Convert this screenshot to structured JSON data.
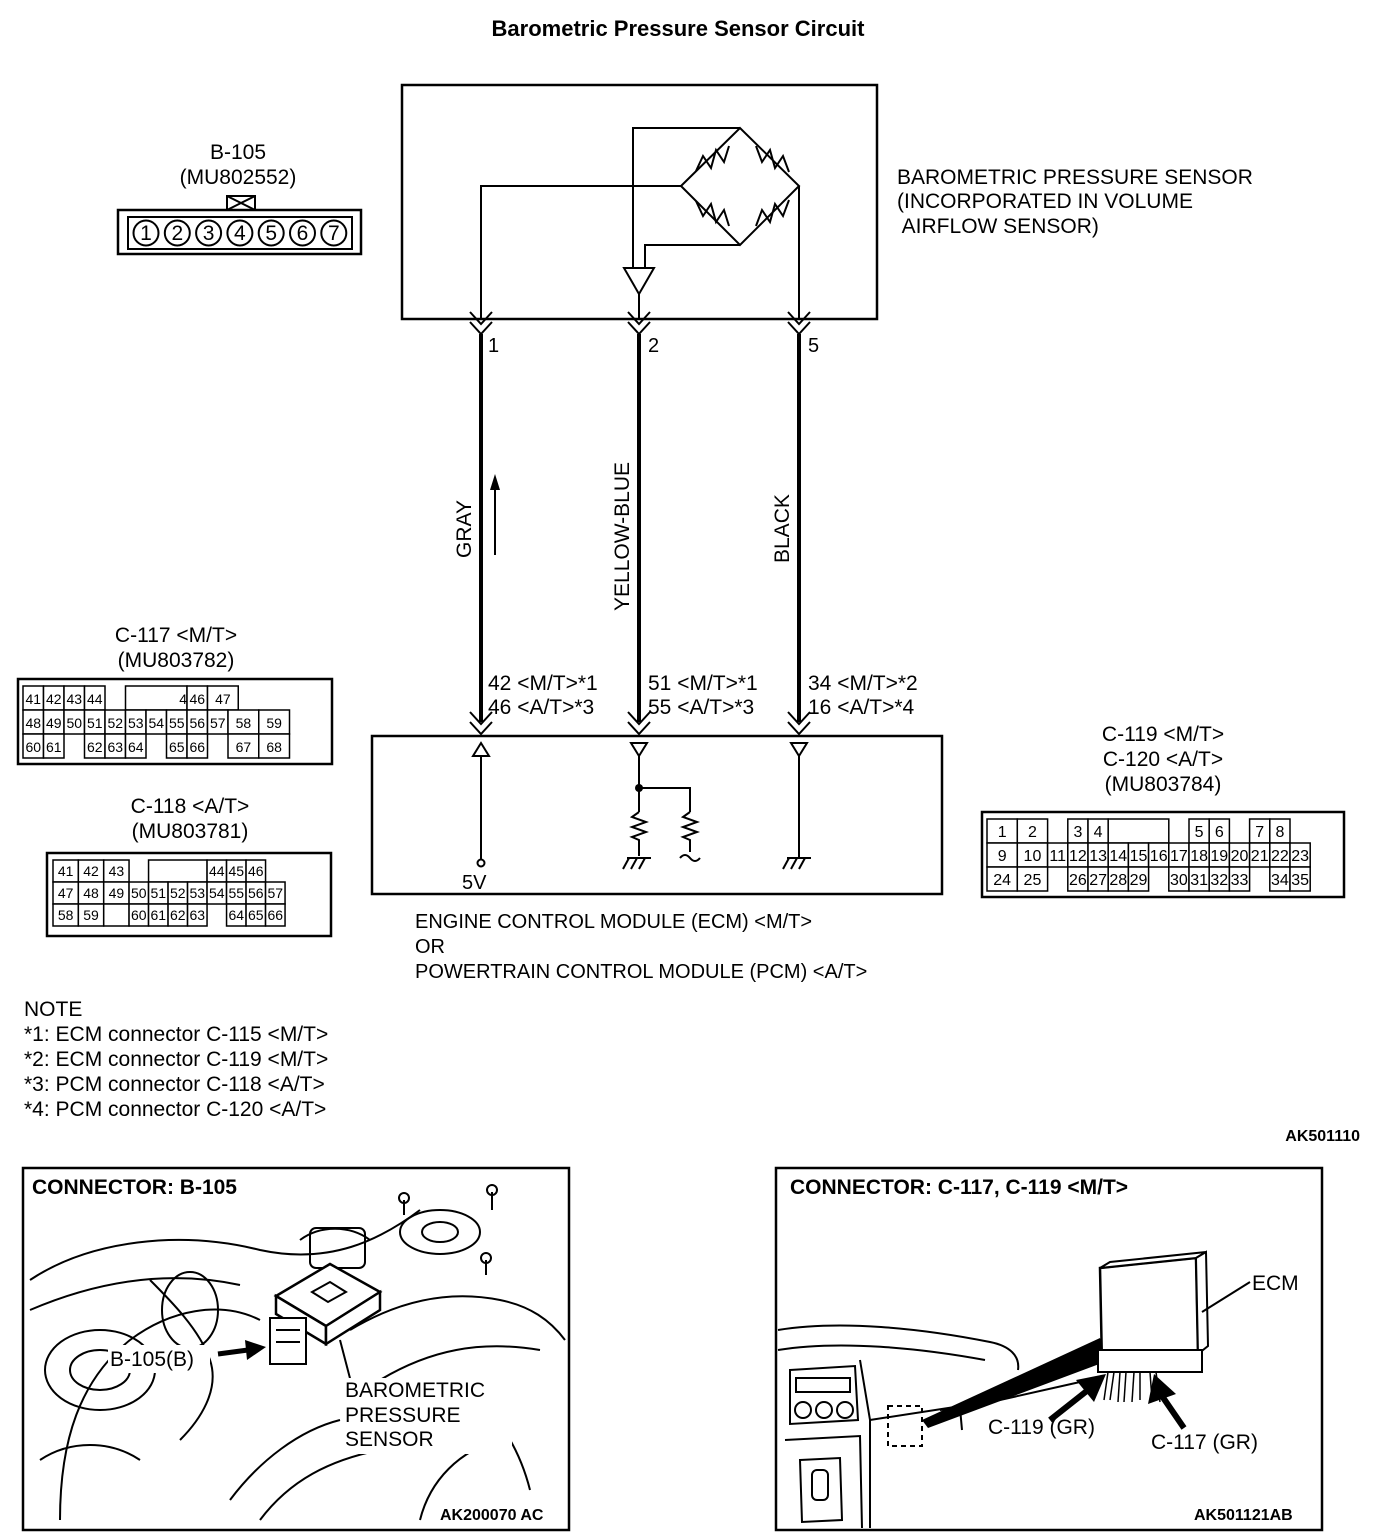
{
  "title": "Barometric Pressure Sensor Circuit",
  "figure_code_top": "AK501110",
  "sensor": {
    "label_lines": [
      "BAROMETRIC PRESSURE SENSOR",
      "(INCORPORATED IN VOLUME",
      " AIRFLOW SENSOR)"
    ],
    "pins": [
      "1",
      "2",
      "5"
    ]
  },
  "connector_b105": {
    "name": "B-105",
    "part": "(MU802552)",
    "pins": [
      "1",
      "2",
      "3",
      "4",
      "5",
      "6",
      "7"
    ]
  },
  "wires": [
    {
      "color": "GRAY",
      "ecu_pins": [
        "42 <M/T>*1",
        "46 <A/T>*3"
      ]
    },
    {
      "color": "YELLOW-BLUE",
      "ecu_pins": [
        "51 <M/T>*1",
        "55 <A/T>*3"
      ]
    },
    {
      "color": "BLACK",
      "ecu_pins": [
        "34 <M/T>*2",
        "16 <A/T>*4"
      ]
    }
  ],
  "ecm": {
    "voltage": "5V",
    "label_lines": [
      "ENGINE CONTROL MODULE (ECM) <M/T>",
      "OR",
      "POWERTRAIN CONTROL MODULE (PCM) <A/T>"
    ]
  },
  "connector_c117": {
    "name": "C-117 <M/T>",
    "part": "(MU803782)",
    "rows": [
      [
        "41",
        "42",
        "43",
        "44",
        "",
        "",
        "",
        "45",
        "46",
        "47"
      ],
      [
        "48",
        "49",
        "50",
        "51",
        "52",
        "53",
        "54",
        "55",
        "56",
        "57",
        "58",
        "59"
      ],
      [
        "60",
        "61",
        "",
        "62",
        "63",
        "64",
        "",
        "65",
        "66",
        "",
        "67",
        "68"
      ]
    ]
  },
  "connector_c118": {
    "name": "C-118 <A/T>",
    "part": "(MU803781)",
    "rows": [
      [
        "41",
        "42",
        "43",
        "",
        "",
        "",
        "44",
        "45",
        "46"
      ],
      [
        "47",
        "48",
        "49",
        "50",
        "51",
        "52",
        "53",
        "54",
        "55",
        "56",
        "57"
      ],
      [
        "58",
        "59",
        "",
        "60",
        "61",
        "62",
        "63",
        "",
        "64",
        "65",
        "66"
      ]
    ]
  },
  "connector_c119": {
    "name_lines": [
      "C-119 <M/T>",
      "C-120 <A/T>",
      "(MU803784)"
    ],
    "rows": [
      [
        "1",
        "2",
        "",
        "3",
        "4",
        "",
        "",
        "",
        "",
        "5",
        "6",
        "",
        "7",
        "8"
      ],
      [
        "9",
        "10",
        "11",
        "12",
        "13",
        "14",
        "15",
        "16",
        "17",
        "18",
        "19",
        "20",
        "21",
        "22",
        "23"
      ],
      [
        "24",
        "25",
        "",
        "26",
        "27",
        "28",
        "29",
        "",
        "30",
        "31",
        "32",
        "33",
        "",
        "34",
        "35"
      ]
    ]
  },
  "notes": {
    "heading": "NOTE",
    "items": [
      "*1: ECM connector C-115 <M/T>",
      "*2: ECM connector C-119 <M/T>",
      "*3: PCM connector C-118 <A/T>",
      "*4: PCM connector C-120 <A/T>"
    ]
  },
  "panel_left": {
    "title": "CONNECTOR: B-105",
    "callout": "B-105(B)",
    "sensor_lines": [
      "BAROMETRIC",
      "PRESSURE",
      "SENSOR"
    ],
    "code": "AK200070 AC"
  },
  "panel_right": {
    "title": "CONNECTOR: C-117, C-119 <M/T>",
    "ecm_label": "ECM",
    "c119_label": "C-119 (GR)",
    "c117_label": "C-117 (GR)",
    "code": "AK501121AB"
  }
}
